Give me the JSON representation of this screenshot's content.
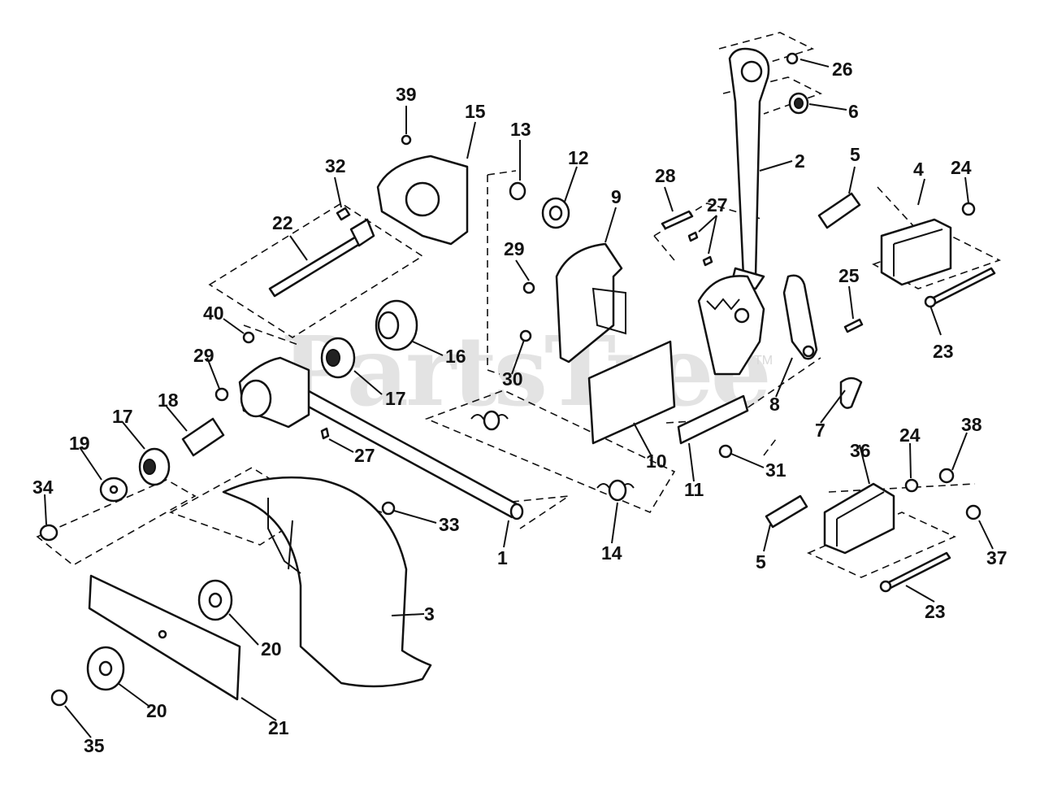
{
  "watermark": {
    "text": "PartsTree",
    "trademark": "TM"
  },
  "callouts": [
    {
      "id": "c39",
      "text": "39"
    },
    {
      "id": "c15",
      "text": "15"
    },
    {
      "id": "c13",
      "text": "13"
    },
    {
      "id": "c12",
      "text": "12"
    },
    {
      "id": "c32",
      "text": "32"
    },
    {
      "id": "c22",
      "text": "22"
    },
    {
      "id": "c9",
      "text": "9"
    },
    {
      "id": "c28",
      "text": "28"
    },
    {
      "id": "c27a",
      "text": "27"
    },
    {
      "id": "c2",
      "text": "2"
    },
    {
      "id": "c5a",
      "text": "5"
    },
    {
      "id": "c4",
      "text": "4"
    },
    {
      "id": "c24a",
      "text": "24"
    },
    {
      "id": "c26",
      "text": "26"
    },
    {
      "id": "c6",
      "text": "6"
    },
    {
      "id": "c29a",
      "text": "29"
    },
    {
      "id": "c40",
      "text": "40"
    },
    {
      "id": "c16",
      "text": "16"
    },
    {
      "id": "c25",
      "text": "25"
    },
    {
      "id": "c23a",
      "text": "23"
    },
    {
      "id": "c29b",
      "text": "29"
    },
    {
      "id": "c30",
      "text": "30"
    },
    {
      "id": "c17a",
      "text": "17"
    },
    {
      "id": "c18",
      "text": "18"
    },
    {
      "id": "c17b",
      "text": "17"
    },
    {
      "id": "c19",
      "text": "19"
    },
    {
      "id": "c8",
      "text": "8"
    },
    {
      "id": "c7",
      "text": "7"
    },
    {
      "id": "c27b",
      "text": "27"
    },
    {
      "id": "c10",
      "text": "10"
    },
    {
      "id": "c34",
      "text": "34"
    },
    {
      "id": "c31",
      "text": "31"
    },
    {
      "id": "c11",
      "text": "11"
    },
    {
      "id": "c36",
      "text": "36"
    },
    {
      "id": "c24b",
      "text": "24"
    },
    {
      "id": "c38",
      "text": "38"
    },
    {
      "id": "c33",
      "text": "33"
    },
    {
      "id": "c1",
      "text": "1"
    },
    {
      "id": "c14",
      "text": "14"
    },
    {
      "id": "c5b",
      "text": "5"
    },
    {
      "id": "c37",
      "text": "37"
    },
    {
      "id": "c3",
      "text": "3"
    },
    {
      "id": "c23b",
      "text": "23"
    },
    {
      "id": "c20a",
      "text": "20"
    },
    {
      "id": "c20b",
      "text": "20"
    },
    {
      "id": "c21",
      "text": "21"
    },
    {
      "id": "c35",
      "text": "35"
    }
  ]
}
